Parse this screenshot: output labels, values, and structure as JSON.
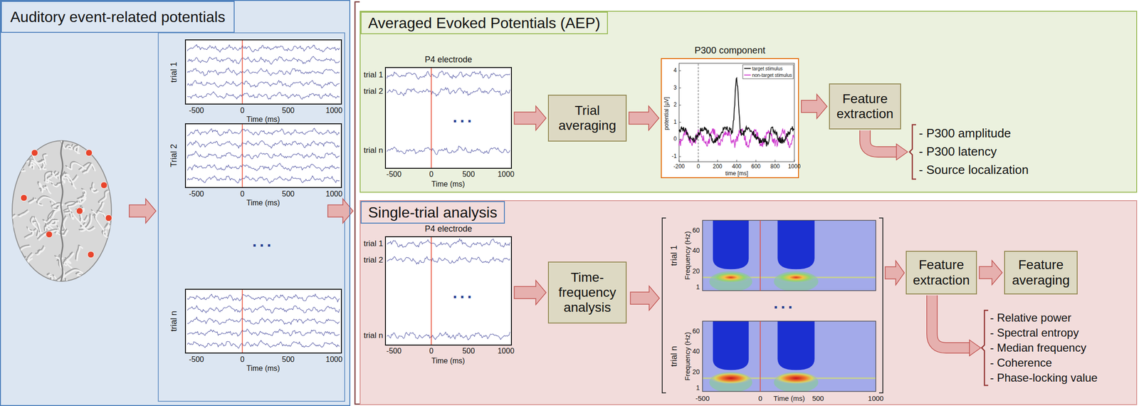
{
  "diagram": {
    "nodes": [
      {
        "text": [
          "Auditory event-related potentials"
        ]
      },
      {
        "text": [
          "Averaged Evoked Potentials (AEP)"
        ]
      },
      {
        "text": [
          "P4 electrode"
        ],
        "in": 1
      },
      {
        "text": [
          "Trial averaging"
        ],
        "in": 1
      },
      {
        "text": [
          "P300 component"
        ],
        "in": 1
      },
      {
        "text": [
          "Feature extraction"
        ],
        "in": 1
      },
      {
        "text": [
          "Single-trial analysis"
        ]
      },
      {
        "text": [
          "P4 electrode"
        ],
        "in": 6
      },
      {
        "text": [
          "Time-frequency analysis"
        ],
        "in": 6
      },
      {
        "text": [
          "Feature extraction"
        ],
        "in": 6
      },
      {
        "text": [
          "Feature averaging"
        ],
        "in": 6
      }
    ],
    "edges": [
      {
        "from": 2,
        "to": 3,
        "arrow": "to"
      },
      {
        "from": 3,
        "to": 4,
        "arrow": "to"
      },
      {
        "from": 4,
        "to": 5,
        "arrow": "to"
      },
      {
        "from": 7,
        "to": 8,
        "arrow": "to"
      },
      {
        "from": 9,
        "to": 10,
        "arrow": "to"
      }
    ],
    "labels": [
      "trial 1",
      "-500",
      "0",
      "500",
      "1000",
      "Time (ms)",
      "Trial 2",
      "-500",
      "0",
      "500",
      "1000",
      "Time (ms)",
      "...",
      "trial n",
      "-500",
      "0",
      "500",
      "1000",
      "Time (ms)",
      "trial 1",
      "trial 2",
      "...",
      "trial n",
      "-500",
      "0",
      "500",
      "1000",
      "Time (ms)",
      "4",
      "3",
      "2",
      "1",
      "0",
      "-1",
      "-200",
      "0",
      "200",
      "400",
      "600",
      "800",
      "1000",
      "potential [µV]",
      "time [ms]",
      "- P300 amplitude",
      "- P300 latency",
      "- Source localization",
      "trial 1",
      "trial 2",
      "...",
      "trial n",
      "-500",
      "0",
      "500",
      "1000",
      "Time (ms)",
      "trial 1",
      "Frequency (Hz)",
      "60",
      "40",
      "20",
      "1",
      "...",
      "trial n",
      "Frequency (Hz)",
      "60",
      "40",
      "20",
      "1",
      "-500",
      "0",
      "500",
      "1000",
      "Time (ms)",
      "- Relative power",
      "- Spectral entropy",
      "- Median frequency",
      "- Coherence",
      "- Phase-locking value"
    ],
    "legend": [
      {
        "text": "target stimulus"
      },
      {
        "text": "non-target stimulus"
      }
    ]
  }
}
